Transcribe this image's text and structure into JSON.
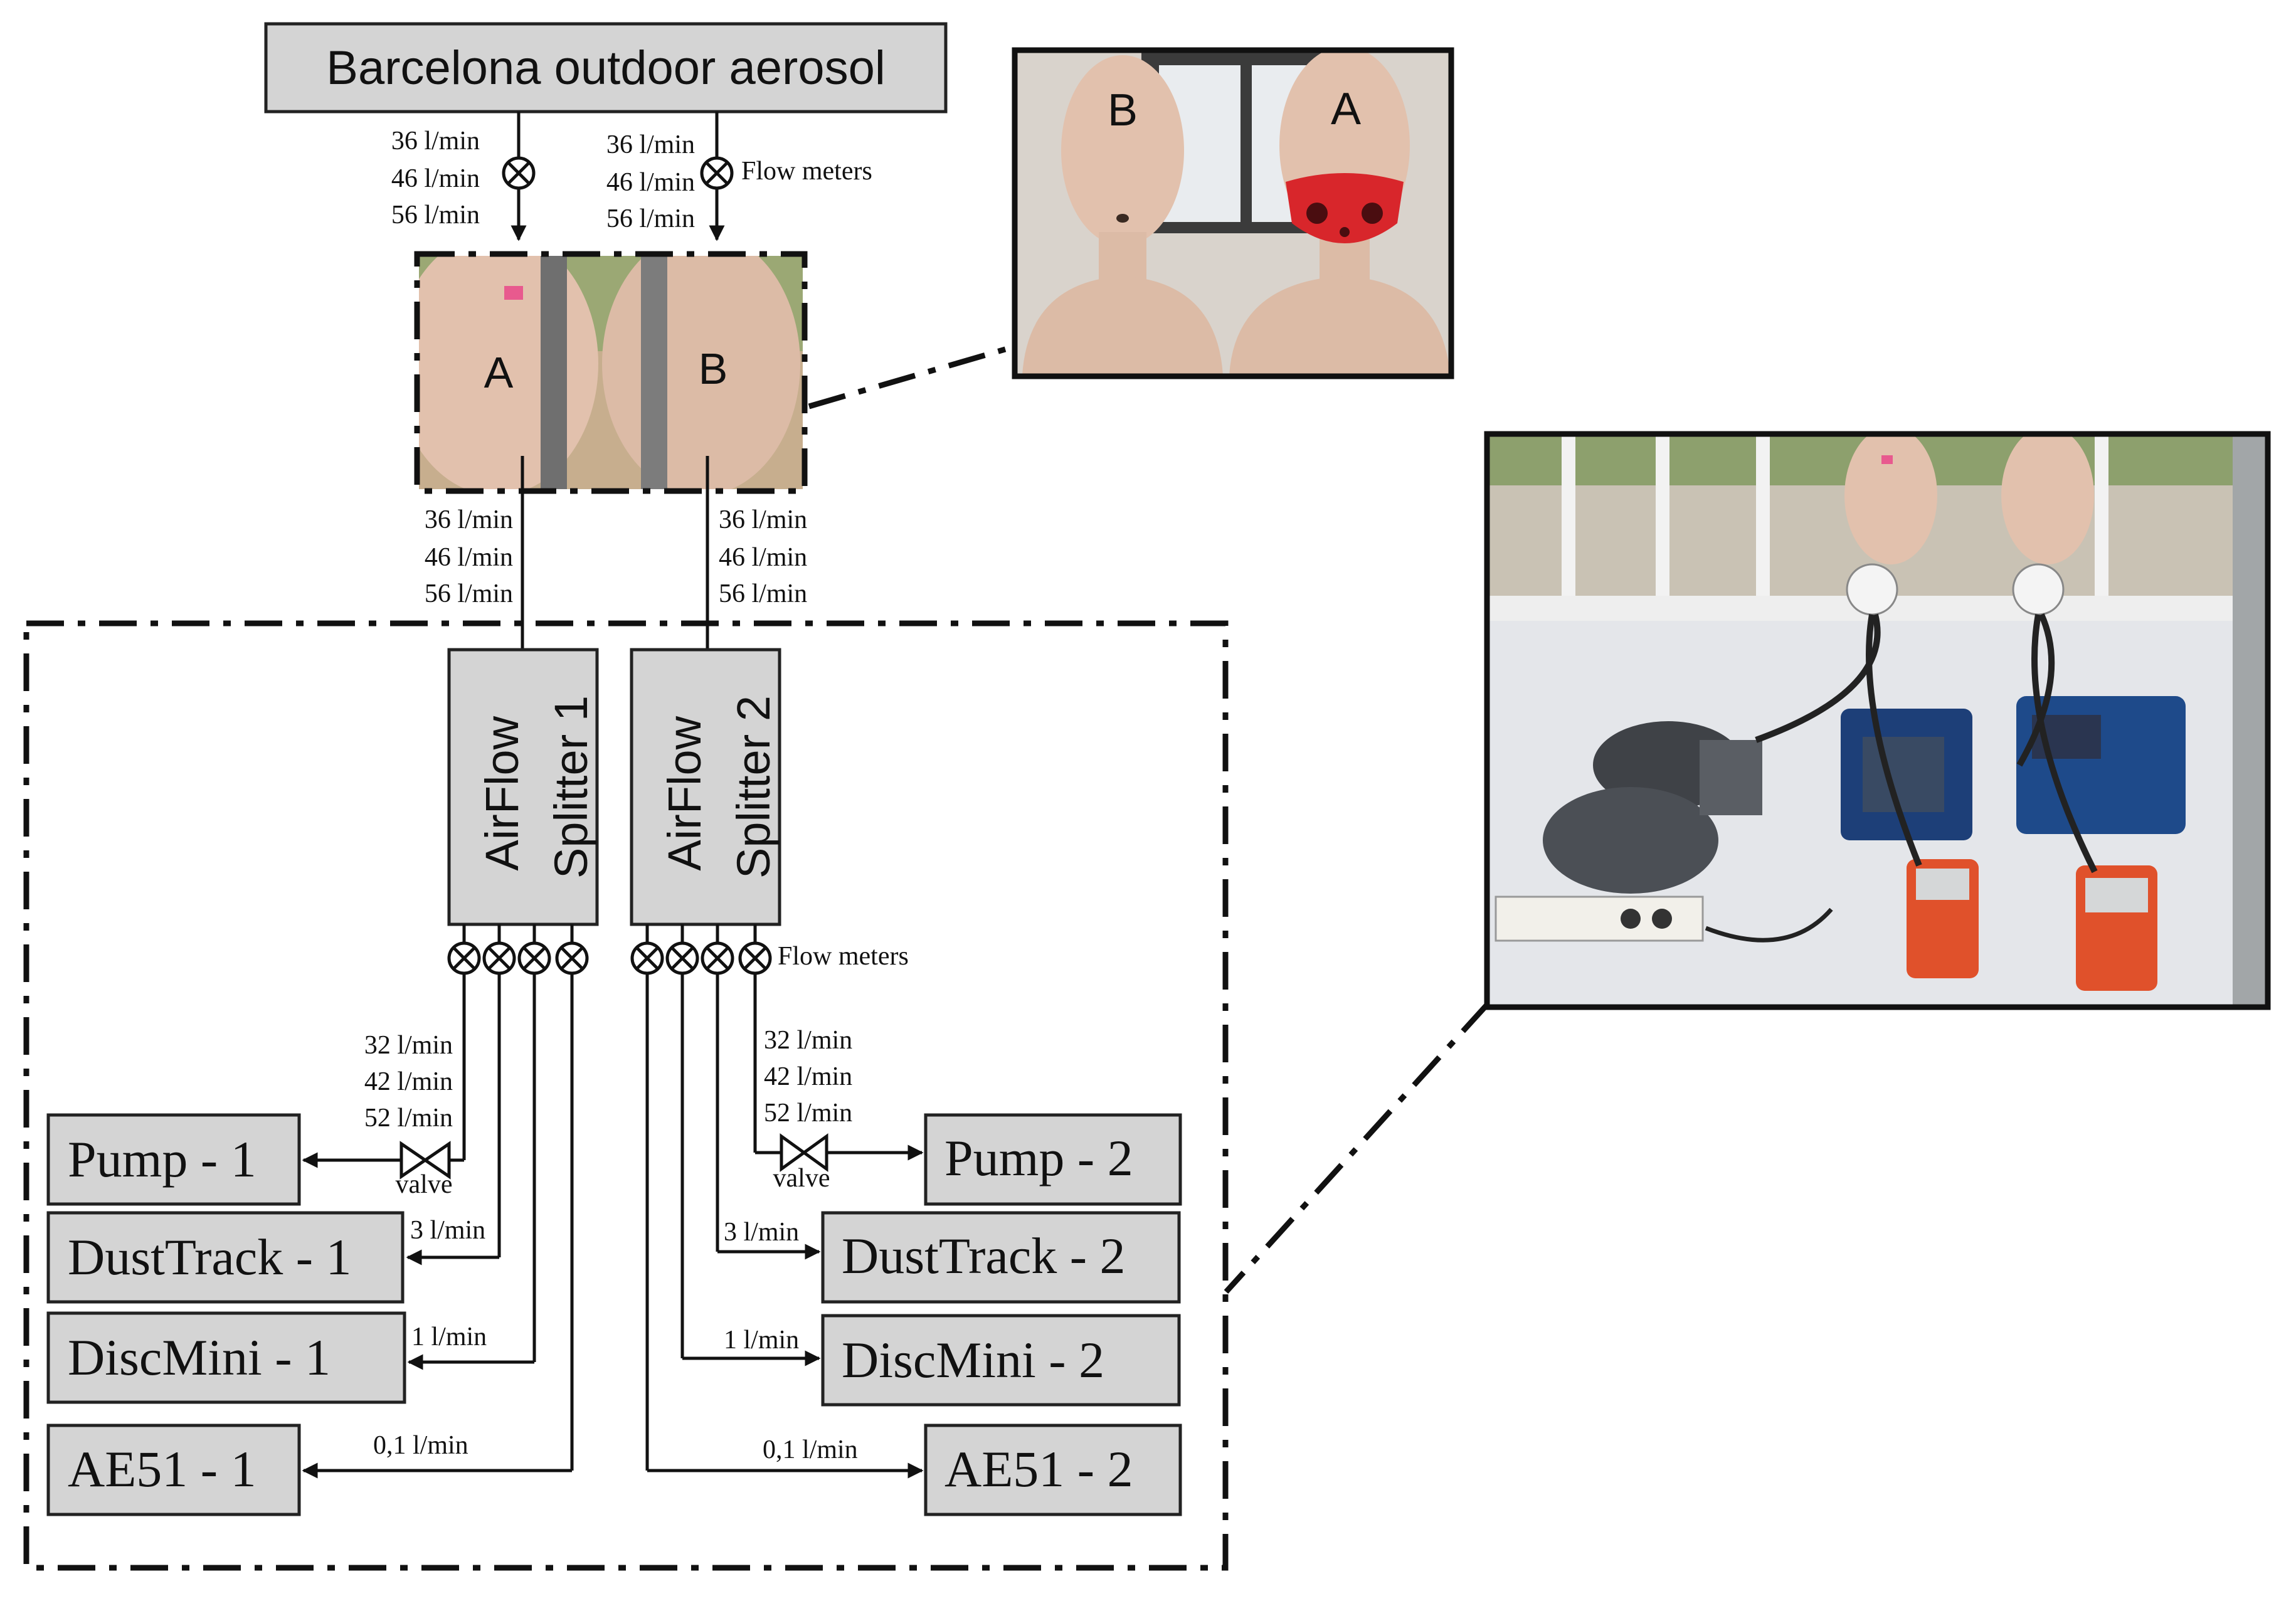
{
  "source_label": "Barcelona outdoor aerosol",
  "flow_meters_label": "Flow meters",
  "valve_label": "valve",
  "mannequin_flows_left": [
    "36 l/min",
    "46 l/min",
    "56 l/min"
  ],
  "mannequin_flows_right": [
    "36 l/min",
    "46 l/min",
    "56 l/min"
  ],
  "splitter_flows_left": [
    "36 l/min",
    "46 l/min",
    "56 l/min"
  ],
  "splitter_flows_right": [
    "36 l/min",
    "46 l/min",
    "56 l/min"
  ],
  "splitter_1": [
    "AirFlow",
    "Splitter 1"
  ],
  "splitter_2": [
    "AirFlow",
    "Splitter 2"
  ],
  "head_labels": {
    "a": "A",
    "b": "B"
  },
  "pump_flows_left": [
    "32 l/min",
    "42 l/min",
    "52 l/min"
  ],
  "pump_flows_right": [
    "32 l/min",
    "42 l/min",
    "52 l/min"
  ],
  "flow_dusttrack": "3 l/min",
  "flow_discmini": "1 l/min",
  "flow_ae51": "0,1 l/min",
  "devices_left": [
    "Pump - 1",
    "DustTrack - 1",
    "DiscMini - 1",
    "AE51 - 1"
  ],
  "devices_right": [
    "Pump - 2",
    "DustTrack - 2",
    "DiscMini - 2",
    "AE51 - 2"
  ],
  "colors": {
    "box_fill": "#d4d4d4",
    "mask_red": "#d8262b",
    "skin": "#e2c1ad"
  }
}
